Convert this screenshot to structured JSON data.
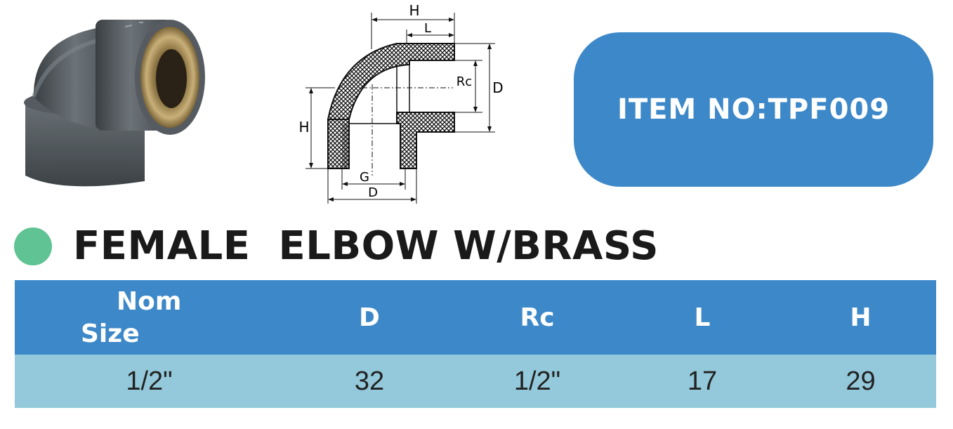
{
  "item": {
    "label": "ITEM NO:TPF009"
  },
  "title": "FEMALE  ELBOW W/BRASS",
  "diagram_labels": {
    "h_top": "H",
    "l_top": "L",
    "rc": "Rc",
    "d_right": "D",
    "h_left": "H",
    "g_bottom": "G",
    "d_bottom": "D"
  },
  "table": {
    "headers": {
      "nom_line1": "Nom",
      "nom_line2": "Size",
      "d": "D",
      "rc": "Rc",
      "l": "L",
      "h": "H"
    },
    "rows": [
      {
        "nom": "1/2\"",
        "d": "32",
        "rc": "1/2\"",
        "l": "17",
        "h": "29"
      }
    ]
  },
  "colors": {
    "accent_blue": "#3d88c8",
    "row_teal": "#93c9da",
    "dot_green": "#5fc394",
    "pipe_gray": "#5a6166",
    "brass": "#a08a52"
  }
}
